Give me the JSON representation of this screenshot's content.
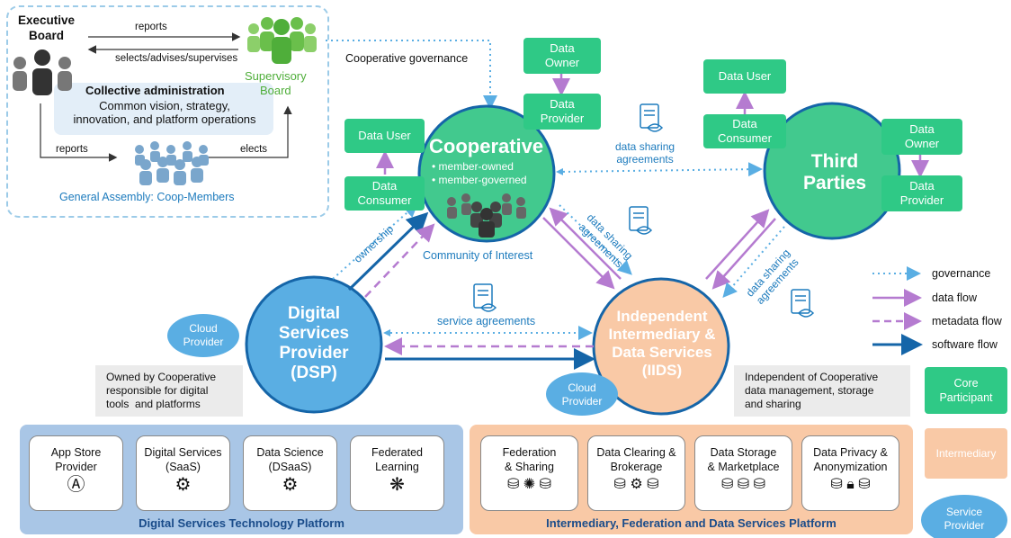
{
  "governance_box": {
    "executive_board": "Executive\nBoard",
    "supervisory_board": "Supervisory\nBoard",
    "reports_top": "reports",
    "selects": "selects/advises/supervises",
    "collective_title": "Collective administration",
    "collective_desc": "Common vision, strategy,\ninnovation, and platform operations",
    "reports_bottom": "reports",
    "elects": "elects",
    "general_assembly": "General Assembly: Coop-Members"
  },
  "cooperative_governance": "Cooperative governance",
  "cooperative": {
    "title": "Cooperative",
    "bullets": [
      "member-owned",
      "member-governed"
    ],
    "community": "Community of Interest"
  },
  "coop_boxes": {
    "data_owner": "Data\nOwner",
    "data_provider": "Data\nProvider",
    "data_user": "Data User",
    "data_consumer": "Data\nConsumer"
  },
  "third_parties": {
    "title": "Third\nParties",
    "data_user": "Data User",
    "data_consumer": "Data\nConsumer",
    "data_owner": "Data\nOwner",
    "data_provider": "Data\nProvider"
  },
  "agreements": {
    "top": "data sharing\nagreements",
    "mid": "data sharing\nagreements",
    "right": "data sharing\nagreements",
    "service": "service agreements",
    "ownership": "ownership"
  },
  "dsp": {
    "title": "Digital\nServices\nProvider\n(DSP)",
    "cloud": "Cloud\nProvider",
    "note_bold": "Owned by Cooperative",
    "note_rest": "responsible for digital\ntools  and platforms"
  },
  "iids": {
    "title": "Independent\nIntermediary &\nData Services\n(IIDS)",
    "cloud": "Cloud\nProvider",
    "note_bold": "Independent of Cooperative",
    "note_rest": "data management, storage\nand sharing"
  },
  "legend": {
    "governance": "governance",
    "data_flow": "data flow",
    "metadata_flow": "metadata flow",
    "software_flow": "software flow",
    "core": "Core\nParticipant",
    "intermediary": "Intermediary",
    "service_provider": "Service\nProvider"
  },
  "platform_left": {
    "title": "Digital Services Technology Platform",
    "cards": [
      "App Store\nProvider",
      "Digital Services\n(SaaS)",
      "Data Science\n(DSaaS)",
      "Federated\nLearning"
    ]
  },
  "platform_right": {
    "title": "Intermediary, Federation and Data Services Platform",
    "cards": [
      "Federation\n& Sharing",
      "Data Clearing &\nBrokerage",
      "Data Storage\n& Marketplace",
      "Data Privacy &\nAnonymization"
    ]
  },
  "colors": {
    "green": "#2fc986",
    "blue_dark": "#1565a8",
    "blue_light": "#5aaee3",
    "purple": "#b57bd0",
    "peach": "#f9c9a6",
    "platform_blue": "#a9c6e6"
  }
}
